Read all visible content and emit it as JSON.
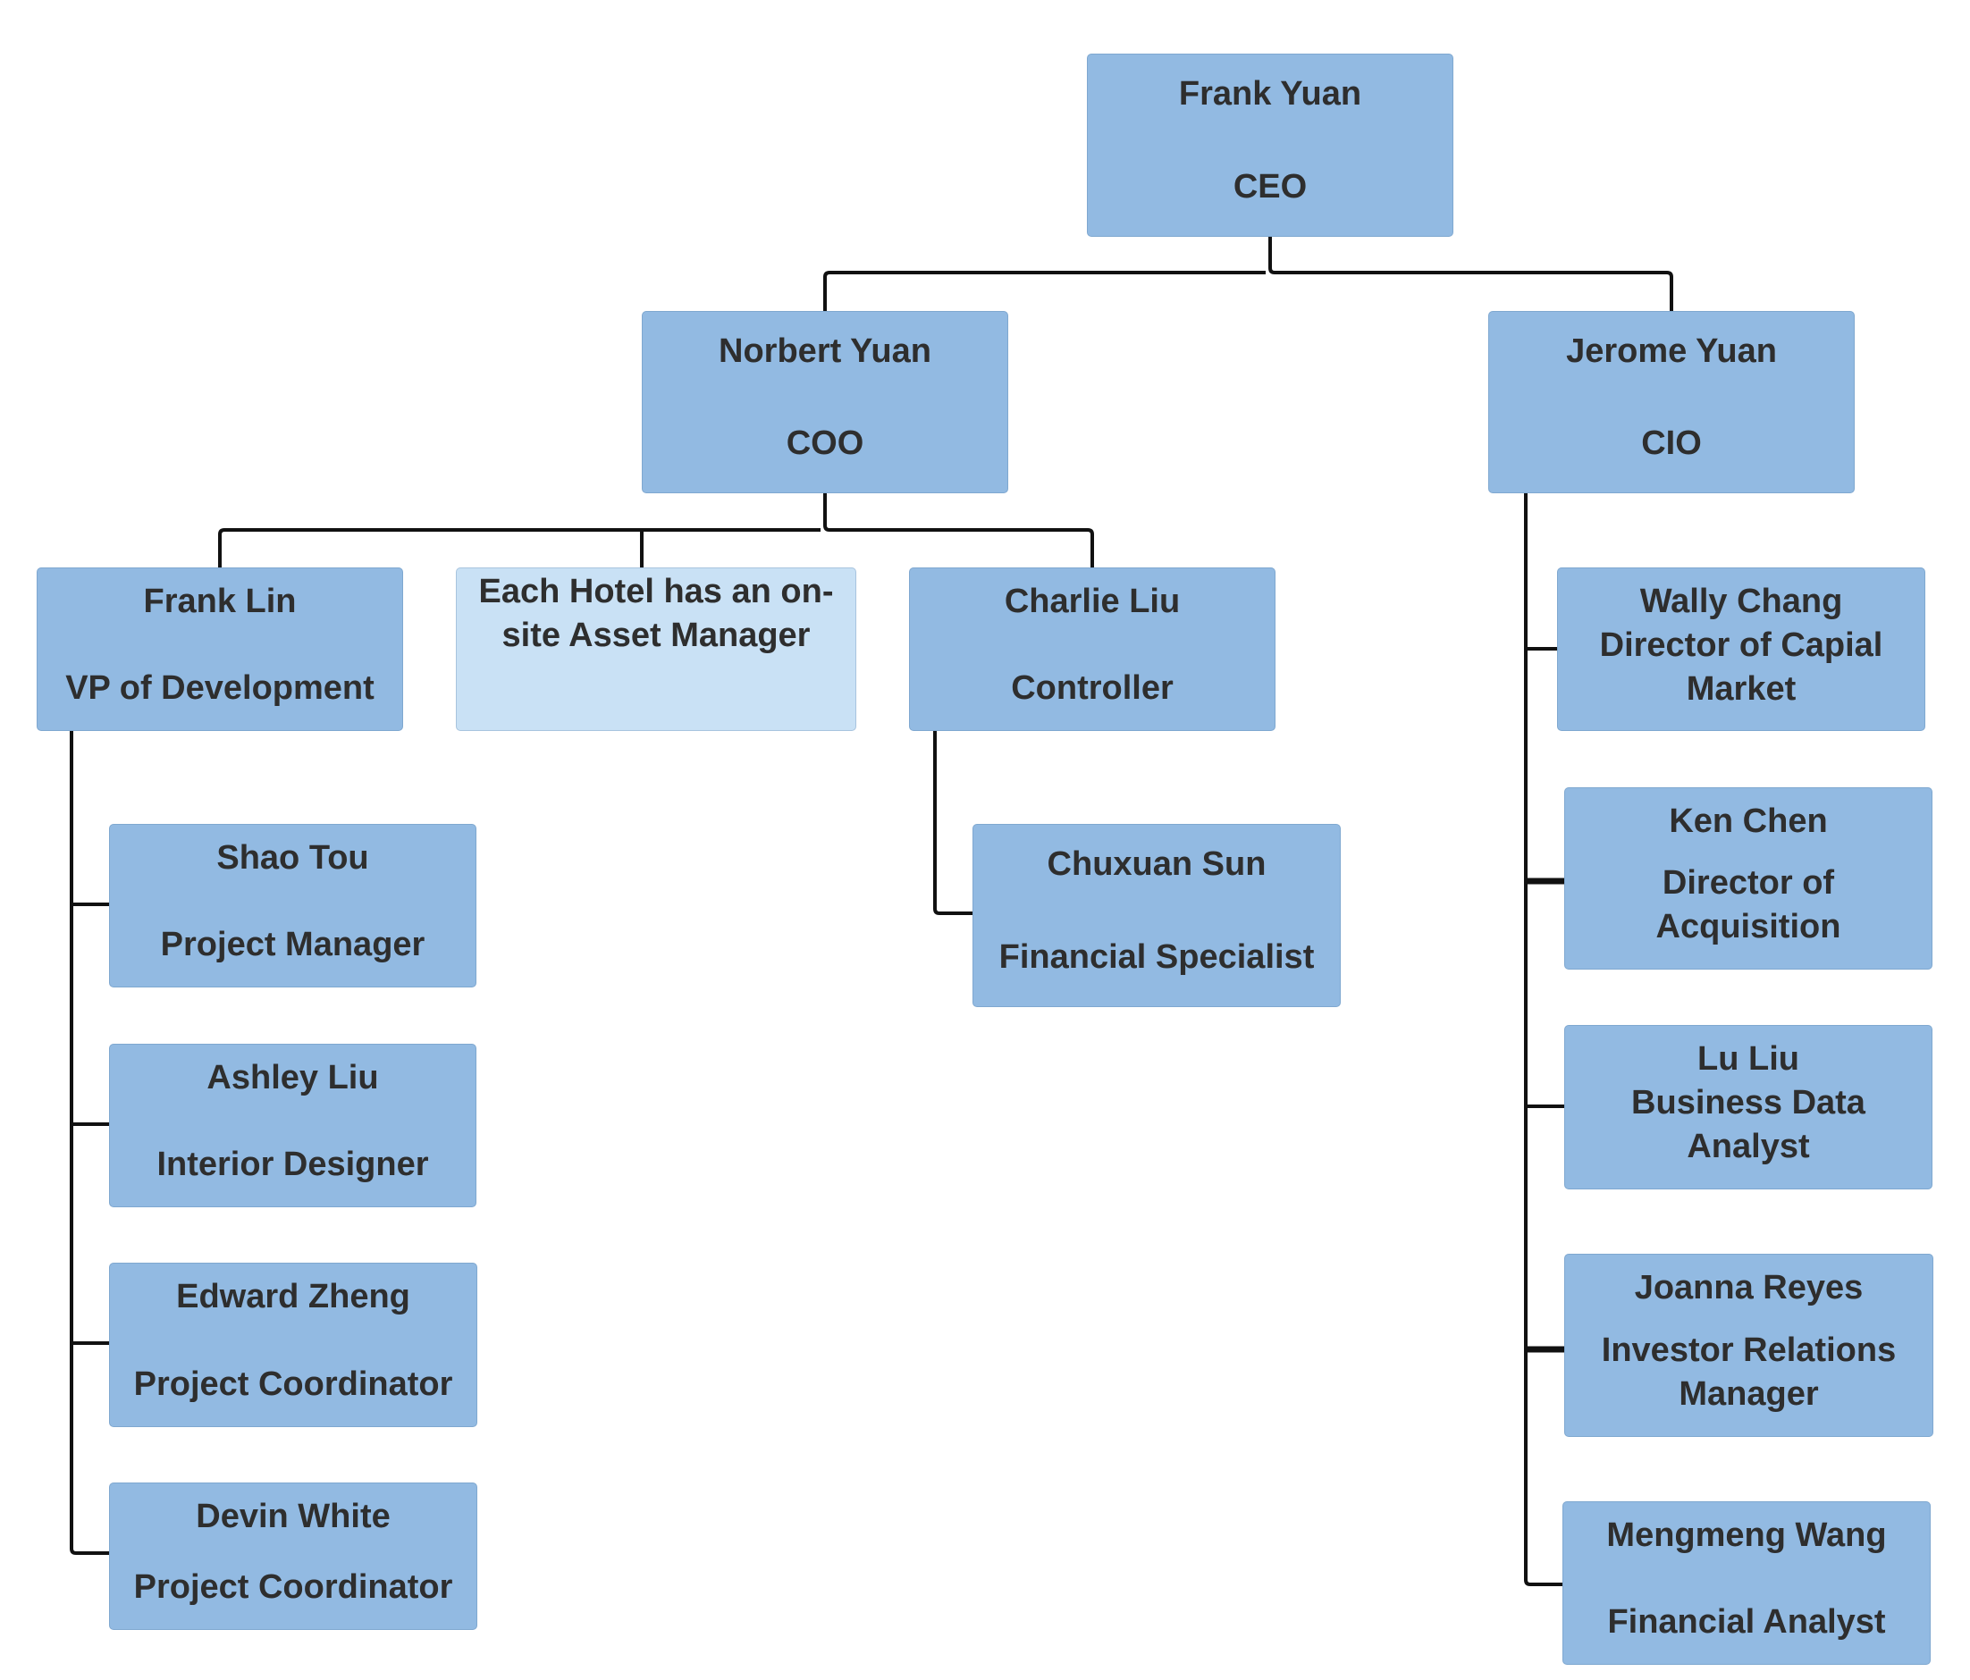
{
  "org_chart": {
    "ceo": {
      "name": "Frank Yuan",
      "title": "CEO"
    },
    "coo": {
      "name": "Norbert Yuan",
      "title": "COO"
    },
    "cio": {
      "name": "Jerome Yuan",
      "title": "CIO"
    },
    "vp_dev": {
      "name": "Frank Lin",
      "title": "VP of Development"
    },
    "hotel_note": {
      "text": "Each Hotel has an on-site Asset Manager"
    },
    "controller": {
      "name": "Charlie Liu",
      "title": "Controller"
    },
    "fin_specialist": {
      "name": "Chuxuan Sun",
      "title": "Financial Specialist"
    },
    "shao": {
      "name": "Shao Tou",
      "title": "Project Manager"
    },
    "ashley": {
      "name": "Ashley Liu",
      "title": "Interior Designer"
    },
    "edward": {
      "name": "Edward Zheng",
      "title": "Project Coordinator"
    },
    "devin": {
      "name": "Devin White",
      "title": "Project Coordinator"
    },
    "wally": {
      "name": "Wally Chang",
      "title": "Director of Capial Market"
    },
    "ken": {
      "name": "Ken Chen",
      "title": "Director of Acquisition"
    },
    "lu": {
      "name": "Lu Liu",
      "title": "Business Data Analyst"
    },
    "joanna": {
      "name": "Joanna Reyes",
      "title": "Investor Relations Manager"
    },
    "mengmeng": {
      "name": "Mengmeng Wang",
      "title": "Financial Analyst"
    }
  },
  "colors": {
    "box_fill": "#92bae2",
    "note_fill": "#c9e1f5",
    "line": "#111111",
    "text": "#2e2e2e"
  }
}
